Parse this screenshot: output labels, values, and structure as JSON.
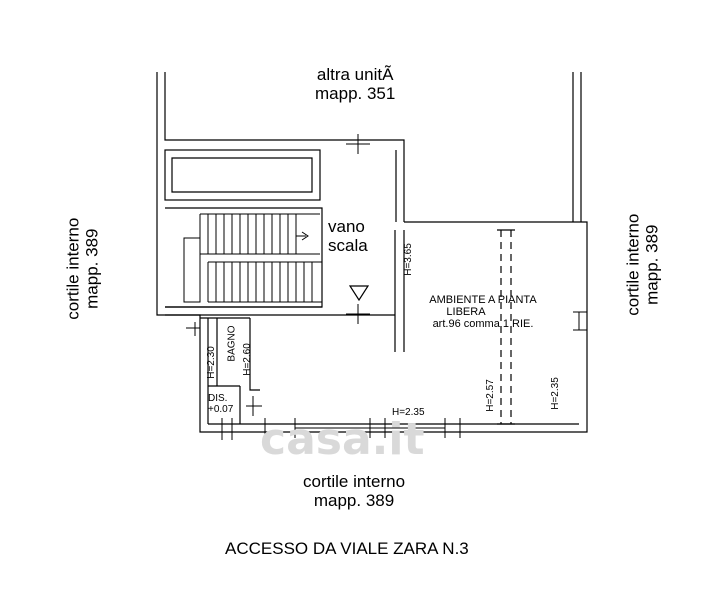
{
  "labels": {
    "top_neighbor_line1": "altra unitÃ",
    "top_neighbor_line2": "mapp. 351",
    "left_court_line1": "cortile interno",
    "left_court_line2": "mapp. 389",
    "right_court_line1": "cortile interno",
    "right_court_line2": "mapp. 389",
    "bottom_court_line1": "cortile interno",
    "bottom_court_line2": "mapp. 389",
    "stair_line1": "vano",
    "stair_line2": "scala",
    "room_line1": "AMBIENTE A PIANTA",
    "room_line2": "LIBERA",
    "room_line3": "art.96 comma 1 RIE.",
    "bath": "BAGNO",
    "dis_line1": "DIS.",
    "dis_line2": "+0.07",
    "h_365": "H=3.65",
    "h_235_bottom": "H=2.35",
    "h_257": "H=2.57",
    "h_235_right": "H=2.35",
    "h_230": "H=2.30",
    "h_260": "H=2.60",
    "access": "ACCESSO DA VIALE ZARA N.3",
    "watermark": "casa.it"
  },
  "colors": {
    "line": "#000000",
    "watermark": "#d9d9d9"
  }
}
